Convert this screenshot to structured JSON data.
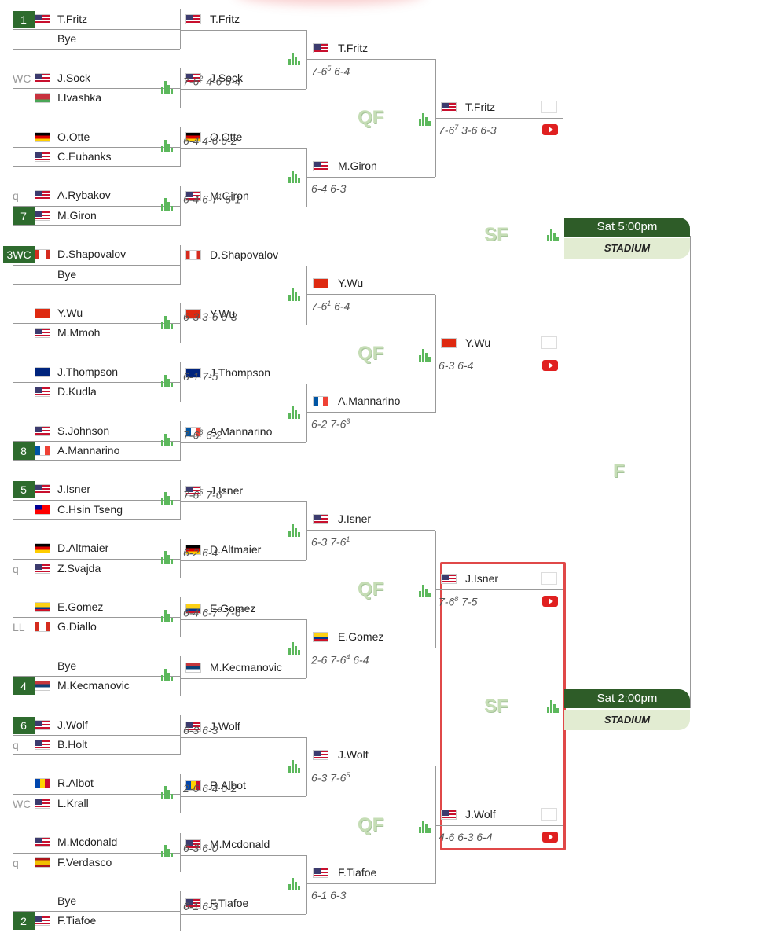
{
  "round_labels": {
    "qf": "QF",
    "sf": "SF",
    "final": "F"
  },
  "r1": [
    {
      "seed": "1",
      "seed_style": "box",
      "flag": "usa",
      "name": "T.Fritz"
    },
    {
      "seed": "",
      "seed_style": "",
      "flag": "",
      "name": "Bye"
    },
    {
      "seed": "WC",
      "seed_style": "plain",
      "flag": "usa",
      "name": "J.Sock"
    },
    {
      "seed": "",
      "seed_style": "",
      "flag": "blr",
      "name": "I.Ivashka"
    },
    {
      "seed": "",
      "seed_style": "",
      "flag": "ger",
      "name": "O.Otte"
    },
    {
      "seed": "",
      "seed_style": "",
      "flag": "usa",
      "name": "C.Eubanks"
    },
    {
      "seed": "q",
      "seed_style": "plain",
      "flag": "usa",
      "name": "A.Rybakov"
    },
    {
      "seed": "7",
      "seed_style": "box",
      "flag": "usa",
      "name": "M.Giron"
    },
    {
      "seed": "3WC",
      "seed_style": "box",
      "flag": "can",
      "name": "D.Shapovalov"
    },
    {
      "seed": "",
      "seed_style": "",
      "flag": "",
      "name": "Bye"
    },
    {
      "seed": "",
      "seed_style": "",
      "flag": "chn",
      "name": "Y.Wu"
    },
    {
      "seed": "",
      "seed_style": "",
      "flag": "usa",
      "name": "M.Mmoh"
    },
    {
      "seed": "",
      "seed_style": "",
      "flag": "aus",
      "name": "J.Thompson"
    },
    {
      "seed": "",
      "seed_style": "",
      "flag": "usa",
      "name": "D.Kudla"
    },
    {
      "seed": "",
      "seed_style": "",
      "flag": "usa",
      "name": "S.Johnson"
    },
    {
      "seed": "8",
      "seed_style": "box",
      "flag": "fra",
      "name": "A.Mannarino"
    },
    {
      "seed": "5",
      "seed_style": "box",
      "flag": "usa",
      "name": "J.Isner"
    },
    {
      "seed": "",
      "seed_style": "",
      "flag": "tpe",
      "name": "C.Hsin Tseng"
    },
    {
      "seed": "",
      "seed_style": "",
      "flag": "ger",
      "name": "D.Altmaier"
    },
    {
      "seed": "q",
      "seed_style": "plain",
      "flag": "usa",
      "name": "Z.Svajda"
    },
    {
      "seed": "",
      "seed_style": "",
      "flag": "col",
      "name": "E.Gomez"
    },
    {
      "seed": "LL",
      "seed_style": "plain",
      "flag": "can",
      "name": "G.Diallo"
    },
    {
      "seed": "",
      "seed_style": "",
      "flag": "",
      "name": "Bye"
    },
    {
      "seed": "4",
      "seed_style": "box",
      "flag": "srb",
      "name": "M.Kecmanovic"
    },
    {
      "seed": "6",
      "seed_style": "box",
      "flag": "usa",
      "name": "J.Wolf"
    },
    {
      "seed": "q",
      "seed_style": "plain",
      "flag": "usa",
      "name": "B.Holt"
    },
    {
      "seed": "",
      "seed_style": "",
      "flag": "mda",
      "name": "R.Albot"
    },
    {
      "seed": "WC",
      "seed_style": "plain",
      "flag": "usa",
      "name": "L.Krall"
    },
    {
      "seed": "",
      "seed_style": "",
      "flag": "usa",
      "name": "M.Mcdonald"
    },
    {
      "seed": "q",
      "seed_style": "plain",
      "flag": "esp",
      "name": "F.Verdasco"
    },
    {
      "seed": "",
      "seed_style": "",
      "flag": "",
      "name": "Bye"
    },
    {
      "seed": "2",
      "seed_style": "box",
      "flag": "usa",
      "name": "F.Tiafoe"
    }
  ],
  "r1_stats": [
    false,
    true,
    true,
    true,
    false,
    true,
    true,
    true,
    true,
    true,
    true,
    true,
    false,
    true,
    true,
    false
  ],
  "r2": [
    {
      "flag": "usa",
      "name": "T.Fritz",
      "score": []
    },
    {
      "flag": "usa",
      "name": "J.Sock",
      "score": [
        [
          "7-6",
          "2"
        ],
        [
          "4-6",
          ""
        ],
        [
          "6-4",
          ""
        ]
      ]
    },
    {
      "flag": "ger",
      "name": "O.Otte",
      "score": [
        [
          "6-4",
          ""
        ],
        [
          "4-6",
          ""
        ],
        [
          "6-2",
          ""
        ]
      ]
    },
    {
      "flag": "usa",
      "name": "M.Giron",
      "score": [
        [
          "6-4",
          ""
        ],
        [
          "6-7",
          "1"
        ],
        [
          "6-1",
          ""
        ]
      ]
    },
    {
      "flag": "can",
      "name": "D.Shapovalov",
      "score": []
    },
    {
      "flag": "chn",
      "name": "Y.Wu",
      "score": [
        [
          "6-3",
          ""
        ],
        [
          "3-6",
          ""
        ],
        [
          "6-3",
          ""
        ]
      ]
    },
    {
      "flag": "aus",
      "name": "J.Thompson",
      "score": [
        [
          "6-1",
          ""
        ],
        [
          "7-5",
          ""
        ]
      ]
    },
    {
      "flag": "fra",
      "name": "A.Mannarino",
      "score": [
        [
          "7-6",
          "6"
        ],
        [
          "6-2",
          ""
        ]
      ]
    },
    {
      "flag": "usa",
      "name": "J.Isner",
      "score": [
        [
          "7-6",
          "5"
        ],
        [
          "7-6",
          "1"
        ]
      ]
    },
    {
      "flag": "ger",
      "name": "D.Altmaier",
      "score": [
        [
          "6-2",
          ""
        ],
        [
          "6-4",
          ""
        ]
      ]
    },
    {
      "flag": "col",
      "name": "E.Gomez",
      "score": [
        [
          "6-4",
          ""
        ],
        [
          "6-7",
          "5"
        ],
        [
          "7-6",
          "5"
        ]
      ]
    },
    {
      "flag": "srb",
      "name": "M.Kecmanovic",
      "score": []
    },
    {
      "flag": "usa",
      "name": "J.Wolf",
      "score": [
        [
          "6-3",
          ""
        ],
        [
          "6-3",
          ""
        ]
      ]
    },
    {
      "flag": "mda",
      "name": "R.Albot",
      "score": [
        [
          "2-6",
          ""
        ],
        [
          "6-4",
          ""
        ],
        [
          "6-2",
          ""
        ]
      ]
    },
    {
      "flag": "usa",
      "name": "M.Mcdonald",
      "score": [
        [
          "6-3",
          ""
        ],
        [
          "6-0",
          ""
        ]
      ]
    },
    {
      "flag": "usa",
      "name": "F.Tiafoe",
      "score": [
        [
          "6-1",
          ""
        ],
        [
          "6-3",
          ""
        ]
      ]
    }
  ],
  "r3": [
    {
      "flag": "usa",
      "name": "T.Fritz",
      "score": [
        [
          "7-6",
          "5"
        ],
        [
          "6-4",
          ""
        ]
      ]
    },
    {
      "flag": "usa",
      "name": "M.Giron",
      "score": [
        [
          "6-4",
          ""
        ],
        [
          "6-3",
          ""
        ]
      ]
    },
    {
      "flag": "chn",
      "name": "Y.Wu",
      "score": [
        [
          "7-6",
          "1"
        ],
        [
          "6-4",
          ""
        ]
      ]
    },
    {
      "flag": "fra",
      "name": "A.Mannarino",
      "score": [
        [
          "6-2",
          ""
        ],
        [
          "7-6",
          "3"
        ]
      ]
    },
    {
      "flag": "usa",
      "name": "J.Isner",
      "score": [
        [
          "6-3",
          ""
        ],
        [
          "7-6",
          "1"
        ]
      ]
    },
    {
      "flag": "col",
      "name": "E.Gomez",
      "score": [
        [
          "2-6",
          ""
        ],
        [
          "7-6",
          "4"
        ],
        [
          "6-4",
          ""
        ]
      ]
    },
    {
      "flag": "usa",
      "name": "J.Wolf",
      "score": [
        [
          "6-3",
          ""
        ],
        [
          "7-6",
          "5"
        ]
      ]
    },
    {
      "flag": "usa",
      "name": "F.Tiafoe",
      "score": [
        [
          "6-1",
          ""
        ],
        [
          "6-3",
          ""
        ]
      ]
    }
  ],
  "r4": [
    {
      "flag": "usa",
      "name": "T.Fritz",
      "score": [
        [
          "7-6",
          "7"
        ],
        [
          "3-6",
          ""
        ],
        [
          "6-3",
          ""
        ]
      ]
    },
    {
      "flag": "chn",
      "name": "Y.Wu",
      "score": [
        [
          "6-3",
          ""
        ],
        [
          "6-4",
          ""
        ]
      ]
    },
    {
      "flag": "usa",
      "name": "J.Isner",
      "score": [
        [
          "7-6",
          "8"
        ],
        [
          "7-5",
          ""
        ]
      ]
    },
    {
      "flag": "usa",
      "name": "J.Wolf",
      "score": [
        [
          "4-6",
          ""
        ],
        [
          "6-3",
          ""
        ],
        [
          "6-4",
          ""
        ]
      ]
    }
  ],
  "sf_schedule": [
    {
      "time": "Sat 5:00pm",
      "venue": "STADIUM"
    },
    {
      "time": "Sat 2:00pm",
      "venue": "STADIUM"
    }
  ],
  "colors": {
    "seed_bg": "#2e6b2e",
    "stats": "#5cb85c",
    "highlight": "#e04848",
    "label": "#c5ddb5"
  }
}
